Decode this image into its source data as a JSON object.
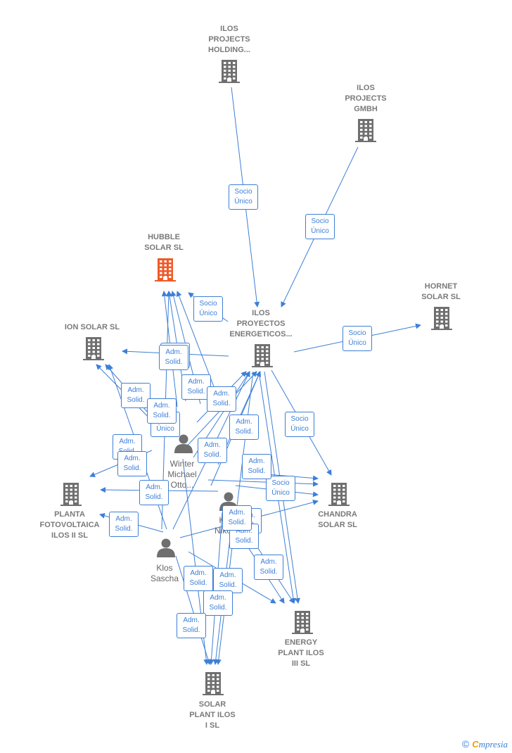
{
  "companies": [
    {
      "id": "ilos_holding",
      "label": "ILOS\nPROJECTS\nHOLDING...",
      "highlight": false
    },
    {
      "id": "ilos_gmbh",
      "label": "ILOS\nPROJECTS\nGMBH",
      "highlight": false
    },
    {
      "id": "hubble",
      "label": "HUBBLE\nSOLAR  SL",
      "highlight": true
    },
    {
      "id": "ilos_proyectos",
      "label": "ILOS\nPROYECTOS\nENERGETICOS...",
      "highlight": false
    },
    {
      "id": "hornet",
      "label": "HORNET\nSOLAR  SL",
      "highlight": false
    },
    {
      "id": "ion",
      "label": "ION SOLAR  SL",
      "highlight": false
    },
    {
      "id": "planta",
      "label": "PLANTA\nFOTOVOLTAICA\nILOS II  SL",
      "highlight": false
    },
    {
      "id": "chandra",
      "label": "CHANDRA\nSOLAR  SL",
      "highlight": false
    },
    {
      "id": "energy3",
      "label": "ENERGY\nPLANT ILOS\nIII  SL",
      "highlight": false
    },
    {
      "id": "solar1",
      "label": "SOLAR\nPLANT ILOS\nI  SL",
      "highlight": false
    }
  ],
  "people": [
    {
      "id": "winter",
      "label": "Winter\nMichael\nOtto..."
    },
    {
      "id": "klos_n",
      "label": "Klos\nNikolai"
    },
    {
      "id": "klos_s",
      "label": "Klos\nSascha"
    }
  ],
  "edge_labels": [
    "Socio\nÚnico",
    "Socio\nÚnico",
    "Socio\nÚnico",
    "Socio\nÚnico",
    "Socio\nÚnico",
    "Socio\nÚnico",
    "Socio\nÚnico",
    "Socio\nÚnico",
    "Adm.\nSolid.",
    "Adm.\nSolid.",
    "Adm.\nSolid.",
    "Adm.\nSolid.",
    "Adm.\nSolid.",
    "Adm.\nSolid.",
    "Adm.\nSolid.",
    "Adm.\nSolid.",
    "Adm.\nSolid.",
    "Adm.\nSolid.",
    "Adm.\nSolid.",
    "Adm.\nSolid.",
    "Adm.\nSolid.",
    "Adm.\nSolid.",
    "Adm.\nSolid.",
    "Adm.\nSolid.",
    "Adm.\nSolid.",
    "Adm.\nSolid.",
    "Adm.\nSolid.",
    "Adm.\nSolid."
  ],
  "footer": {
    "symbol": "©",
    "brand_initial": "C",
    "brand_rest": "mpresia"
  },
  "colors": {
    "edge": "#3d7fd6",
    "building": "#6f6f6f",
    "highlight": "#f05a28",
    "person": "#6f6f6f"
  }
}
